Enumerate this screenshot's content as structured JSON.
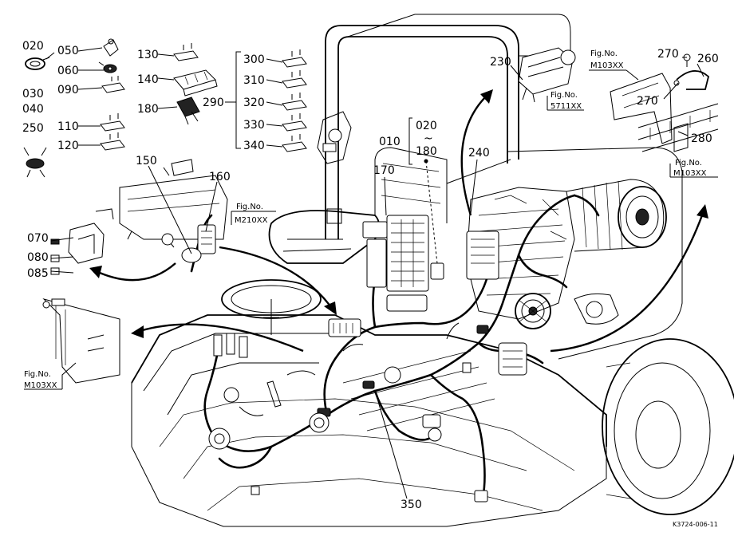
{
  "callouts": {
    "c020": "020",
    "c030": "030",
    "c040": "040",
    "c250": "250",
    "c050": "050",
    "c060": "060",
    "c090": "090",
    "c110": "110",
    "c120": "120",
    "c130": "130",
    "c140": "140",
    "c180": "180",
    "c290": "290",
    "c300": "300",
    "c310": "310",
    "c320": "320",
    "c330": "330",
    "c340": "340",
    "c150": "150",
    "c160": "160",
    "c070": "070",
    "c080": "080",
    "c085": "085",
    "c010": "010",
    "c170": "170",
    "c020b": "020",
    "tilde": "~",
    "c180b": "180",
    "c230": "230",
    "c240": "240",
    "c270a": "270",
    "c260": "260",
    "c270b": "270",
    "c280": "280",
    "c350": "350"
  },
  "figrefs": {
    "m210_label": "Fig.No.",
    "m210_code": "M210XX",
    "m103_left_label": "Fig.No.",
    "m103_left_code": "M103XX",
    "m103_top_label": "Fig.No.",
    "m103_top_code": "M103XX",
    "s5711_label": "Fig.No.",
    "s5711_code": "5711XX",
    "m103_right_label": "Fig.No.",
    "m103_right_code": "M103XX"
  },
  "drawing_code": "K3724-006-11"
}
